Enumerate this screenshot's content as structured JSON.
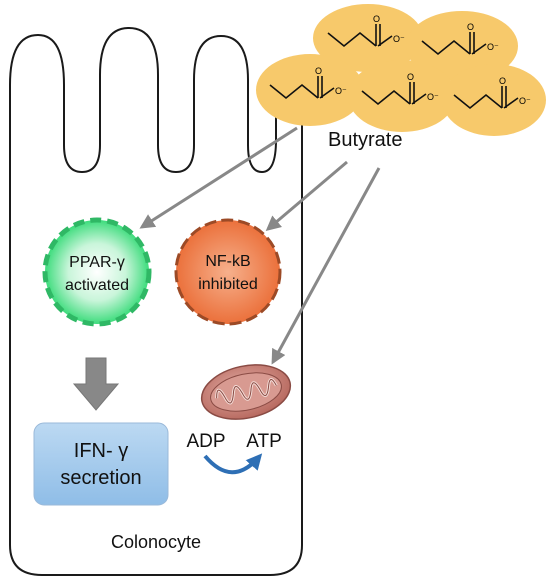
{
  "labels": {
    "butyrate": "Butyrate",
    "colonocyte": "Colonocyte",
    "ppar_line1": "PPAR-γ",
    "ppar_line2": "activated",
    "nfkb_line1": "NF-kB",
    "nfkb_line2": "inhibited",
    "ifn_line1": "IFN- γ",
    "ifn_line2": "secretion",
    "adp": "ADP",
    "atp": "ATP",
    "carboxylate_charge": "O⁻",
    "carbonyl_oxygen": "O"
  },
  "colors": {
    "butyrate_fill": "#f7c96b",
    "ppar_fill": "#3ddc7c",
    "nfkb_fill": "#ef7d4a",
    "ifn_fill": "#9cc6ea",
    "mito_fill": "#c9837a",
    "arrow_gray": "#888888",
    "cycle_arrow": "#2e6fb5"
  },
  "icons": {
    "mitochondrion": "mitochondrion-icon",
    "down_arrow": "down-arrow-icon",
    "cycle_arrow": "adp-atp-cycle-arrow-icon"
  }
}
